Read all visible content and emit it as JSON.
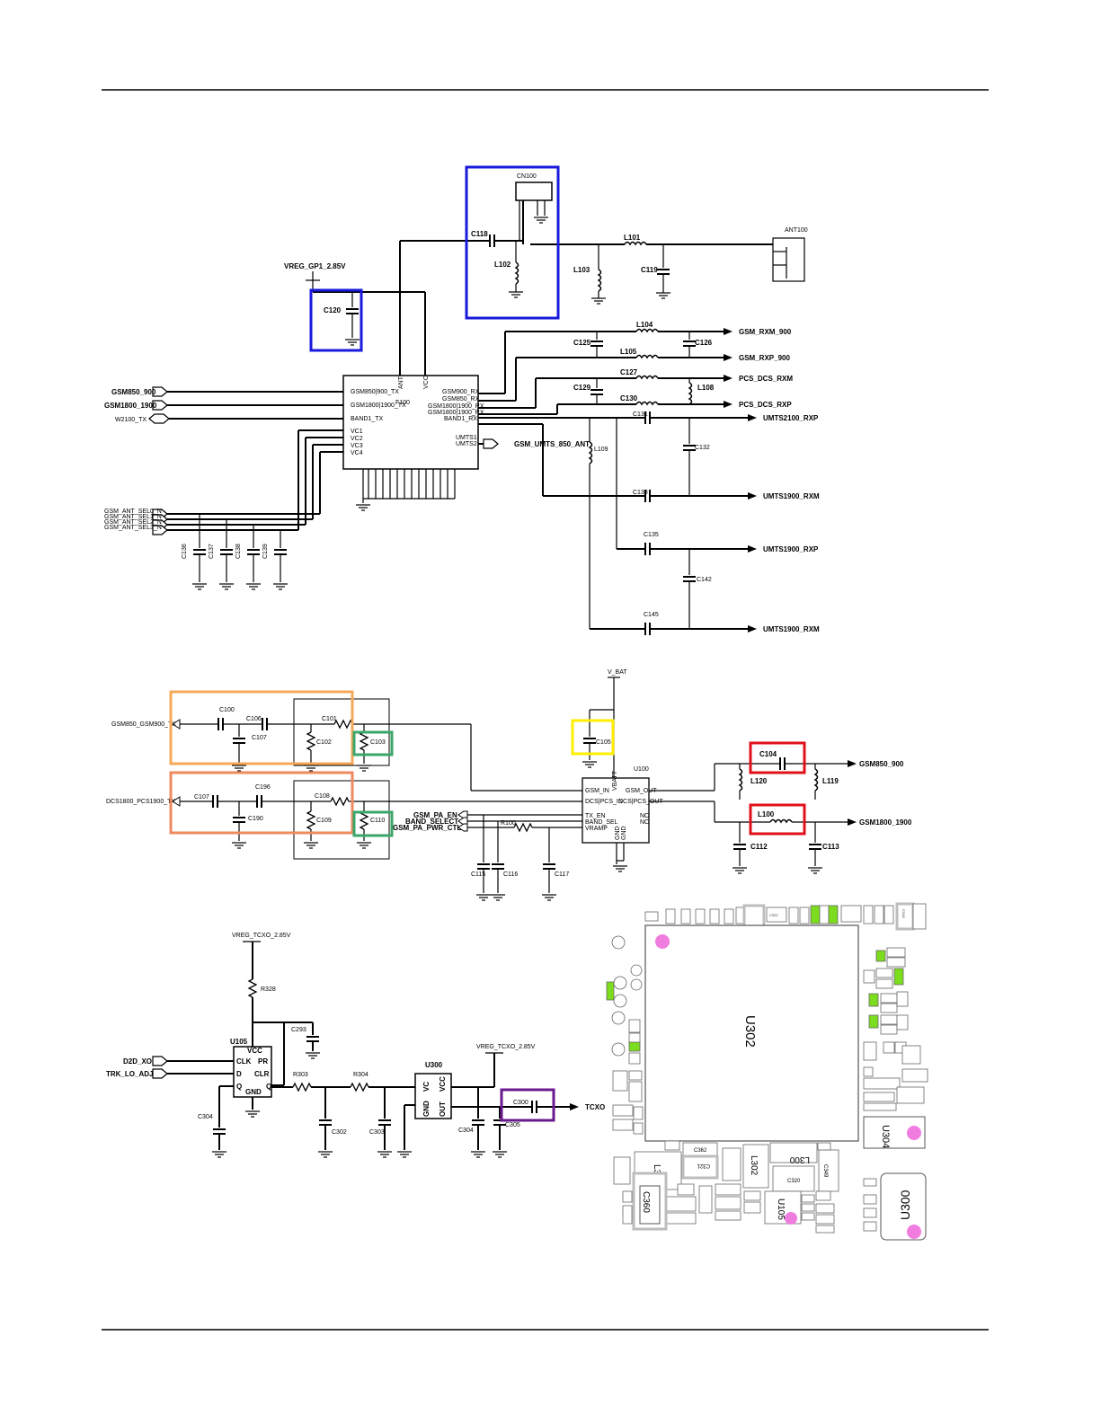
{
  "sections": {
    "top": {
      "connector": "CN100",
      "antenna": "ANT100",
      "fem": "F100",
      "fem_pins_left": [
        "GSM850|900_TX",
        "GSM1800|1900_TX",
        "BAND1_TX",
        "VC1",
        "VC2",
        "VC3",
        "VC4"
      ],
      "fem_pins_top": [
        "ANT",
        "VCC"
      ],
      "fem_pins_right": [
        "GSM900_RX",
        "GSM850_RX",
        "GSM1800|1900_RX",
        "GSM1800|1900_RX",
        "BAND1_RX",
        "UMTS1",
        "UMTS2"
      ],
      "vreg": "VREG_GP1_2.85V",
      "parts": {
        "c118": "C118",
        "l102": "L102",
        "l101": "L101",
        "l103": "L103",
        "c119": "C119",
        "c120": "C120",
        "l104": "L104",
        "c125": "C125",
        "c126": "C126",
        "l105": "L105",
        "c127": "C127",
        "c129": "C129",
        "l108": "L108",
        "c130": "C130",
        "c131": "C131",
        "c132": "C132",
        "l109": "L109",
        "c133": "C133",
        "c135": "C135",
        "c142": "C142",
        "c145": "C145",
        "c136": "C136",
        "c137": "C137",
        "c138": "C138",
        "c139": "C139"
      },
      "ports_left": [
        "GSM850_900",
        "GSM1800_1900",
        "W2100_TX"
      ],
      "ant_sel": [
        "GSM_ANT_SEL0_N",
        "GSM_ANT_SEL1_N",
        "GSM_ANT_SEL2_N",
        "GSM_ANT_SEL3_N"
      ],
      "ports_right": [
        "GSM_RXM_900",
        "GSM_RXP_900",
        "PCS_DCS_RXM",
        "PCS_DCS_RXP",
        "UMTS2100_RXP",
        "UMTS1900_RXM",
        "UMTS1900_RXP",
        "UMTS1900_RXM"
      ],
      "umts_ant": "GSM_UMTS_850_ANT"
    },
    "middle": {
      "vbat": "V_BAT",
      "pa": "U100",
      "pa_pins_left": [
        "GSM_IN",
        "DCS|PCS_IN",
        "TX_EN",
        "BAND_SEL",
        "VRAMP"
      ],
      "pa_pins_right": [
        "GSM_OUT",
        "DCS|PCS_OUT",
        "NC",
        "NC"
      ],
      "pa_pins_top": [
        "VBATT"
      ],
      "pa_pins_bottom": [
        "GND",
        "GND"
      ],
      "in_gsm": "GSM850_GSM900_TX",
      "in_dcs": "DCS1800_PCS1900_TX",
      "ctrl": [
        "GSM_PA_EN",
        "BAND_SELECT",
        "GSM_PA_PWR_CTL"
      ],
      "out_gsm": "GSM850_900",
      "out_dcs": "GSM1800_1900",
      "parts": {
        "c100": "C100",
        "c106": "C106",
        "c107a": "C107",
        "c101": "C101",
        "c102": "C102",
        "c103": "C103",
        "c107b": "C107",
        "c196": "C196",
        "c190": "C190",
        "c108": "C108",
        "c109": "C109",
        "c110": "C110",
        "c105": "C105",
        "r100": "R100",
        "c115": "C115",
        "c116": "C116",
        "c117": "C117",
        "c104": "C104",
        "l100": "L100",
        "l120": "L120",
        "l119": "L119",
        "c112": "C112",
        "c113": "C113"
      }
    },
    "bottom": {
      "vreg1": "VREG_TCXO_2.85V",
      "vreg2": "VREG_TCXO_2.85V",
      "u105": "U105",
      "u105_pins": [
        "VCC",
        "CLK",
        "D",
        "Q",
        "PR",
        "CLR",
        "Q",
        "GND"
      ],
      "u300": "U300",
      "u300_pins": [
        "GND",
        "VC",
        "OUT",
        "VCC"
      ],
      "inputs": [
        "D2D_XO",
        "TRK_LO_ADJ"
      ],
      "output": "TCXO",
      "parts": {
        "r328": "R328",
        "c293": "C293",
        "c304a": "C304",
        "r303": "R303",
        "r304": "R304",
        "c302": "C302",
        "c303": "C303",
        "c304b": "C304",
        "c305": "C305",
        "c300": "C300"
      }
    },
    "layout": {
      "u302": "U302",
      "u304": "U304",
      "u105": "U105",
      "u300": "U300",
      "l300": "L300",
      "l301": "L301",
      "l302": "L302",
      "c360": "C360",
      "c362": "C362",
      "c321": "C321",
      "c320": "C320",
      "c349": "C349",
      "c322": "C322",
      "c316": "C316"
    }
  },
  "colors": {
    "blue": "#1a1adc",
    "orange": "#f6a85a",
    "salmon": "#ef8a5e",
    "green": "#3aa66a",
    "yellow": "#ffee00",
    "red": "#e0101a",
    "purple": "#6a1a8e",
    "magenta": "#f07ce0",
    "lime": "#7cdc1e",
    "gray": "#bdbdbd"
  }
}
